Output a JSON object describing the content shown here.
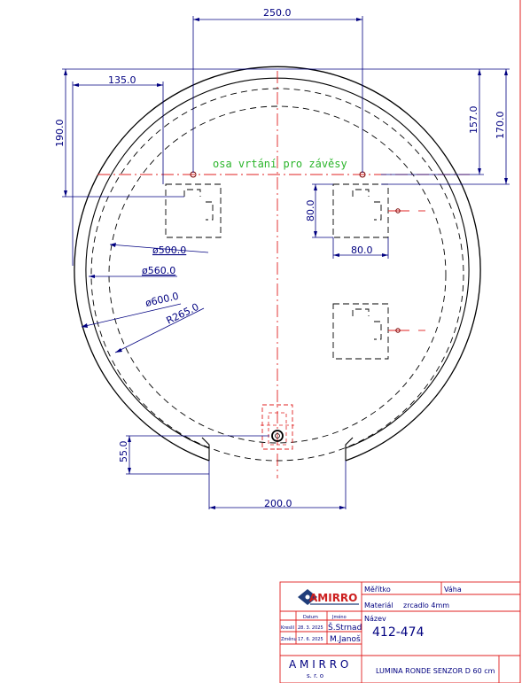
{
  "dimensions": {
    "width_250": "250.0",
    "width_135": "135.0",
    "height_190": "190.0",
    "height_157": "157.0",
    "height_170": "170.0",
    "dia_500": "ø500.0",
    "dia_560": "ø560.0",
    "dia_600": "ø600.0",
    "radius_265": "R265.0",
    "box_height_80": "80.0",
    "box_width_80": "80.0",
    "height_55": "55.0",
    "width_200": "200.0"
  },
  "annotations": {
    "drilling_axis": "osa vrtání pro závěsy"
  },
  "title_block": {
    "logo_text": "AMIRRO",
    "company_name": "A M I R R O",
    "company_suffix": "s. r. o",
    "scale_label": "Měřítko",
    "weight_label": "Váha",
    "material_label": "Materiál",
    "material_value": "zrcadlo 4mm",
    "name_label": "Název",
    "part_number": "412-474",
    "date_header": "Datum",
    "author_header": "Jméno",
    "drawn_label": "Kreslil",
    "drawn_date": "28. 3. 2025",
    "drawn_by": "Š.Strnad",
    "changed_label": "Změnu",
    "changed_date": "17. 6. 2025",
    "changed_by": "M.Janoš",
    "product_title": "LUMINA RONDE SENZOR  D 60 cm"
  },
  "colors": {
    "outline": "#000000",
    "dimension": "#000080",
    "center_line": "#e02020",
    "note": "#2bb52b",
    "title_border": "#e02020"
  }
}
